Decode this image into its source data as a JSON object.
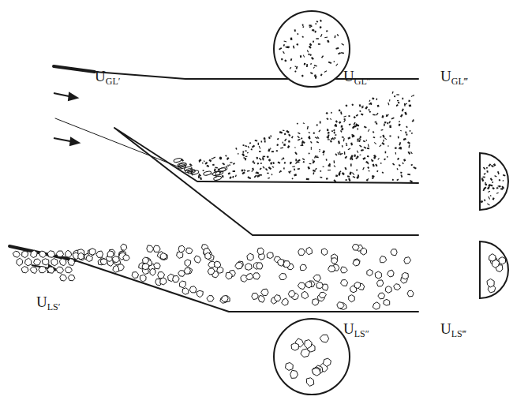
{
  "diagram": {
    "labels": [
      "UGL′",
      "UGL″",
      "UGL‴",
      "ULS′",
      "ULS″",
      "ULS‴"
    ]
  }
}
